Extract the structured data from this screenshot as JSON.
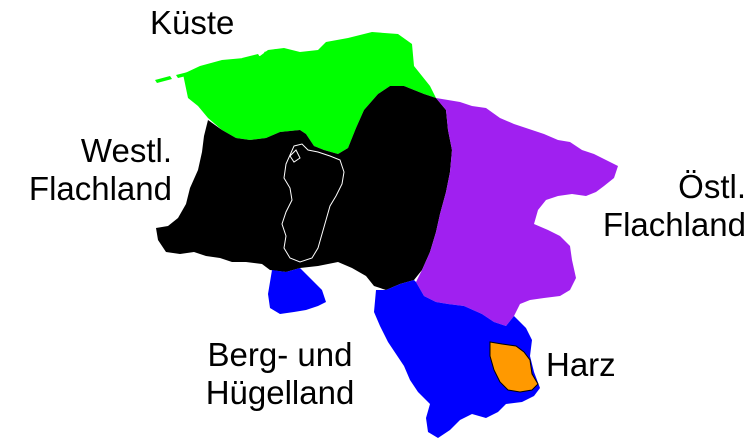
{
  "regions": [
    {
      "id": "kueste",
      "lines": [
        "Küste"
      ],
      "color": "#00ff00"
    },
    {
      "id": "westl-flachland",
      "lines": [
        "Westl.",
        "Flachland"
      ],
      "color": "#000000"
    },
    {
      "id": "oestl-flachland",
      "lines": [
        "Östl.",
        "Flachland"
      ],
      "color": "#a020f0"
    },
    {
      "id": "berg-huegelland",
      "lines": [
        "Berg- und",
        "Hügelland"
      ],
      "color": "#0000ff"
    },
    {
      "id": "harz",
      "lines": [
        "Harz"
      ],
      "color": "#ff9900"
    }
  ],
  "enclave_outline_color": "#ffffff"
}
